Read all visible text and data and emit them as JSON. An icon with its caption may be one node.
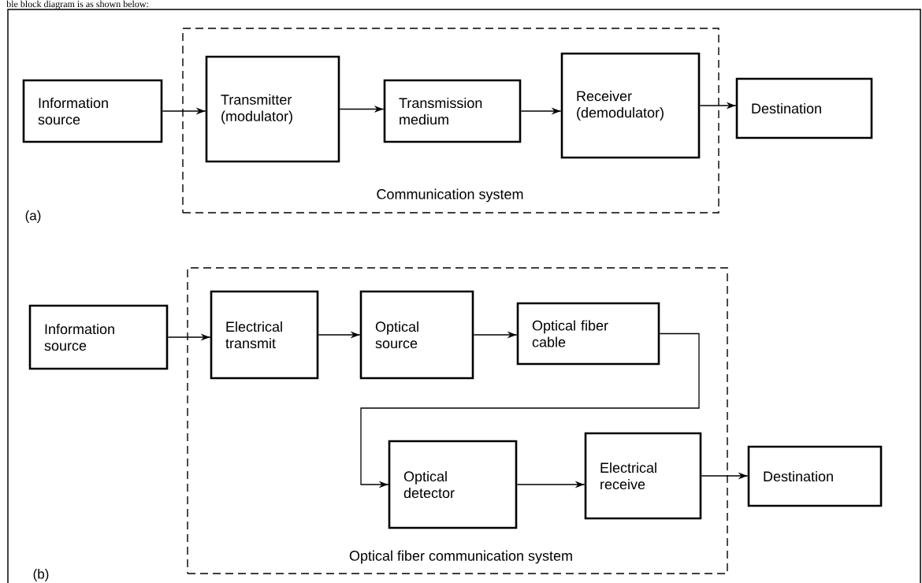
{
  "diagram": {
    "nodes": [
      {
        "text": [
          "Communication system"
        ]
      },
      {
        "text": [
          "Information source"
        ]
      },
      {
        "text": [
          "Transmitter (modulator)"
        ],
        "in": 0
      },
      {
        "text": [
          "Transmission medium"
        ],
        "in": 0
      },
      {
        "text": [
          "Receiver (demodulator)"
        ],
        "in": 0
      },
      {
        "text": [
          "Destination"
        ]
      },
      {
        "text": [
          "Optical fiber communication system"
        ]
      },
      {
        "text": [
          "Information source"
        ]
      },
      {
        "text": [
          "Electrical transmit"
        ],
        "in": 6
      },
      {
        "text": [
          "Optical source"
        ],
        "in": 6
      },
      {
        "text": [
          "Optical fiber cable"
        ],
        "in": 6
      },
      {
        "text": [
          "Optical detector"
        ],
        "in": 6
      },
      {
        "text": [
          "Electrical receive"
        ],
        "in": 6
      },
      {
        "text": [
          "Destination"
        ]
      }
    ],
    "edges": [
      {
        "from": 1,
        "to": 2,
        "arrow": "to"
      },
      {
        "from": 2,
        "to": 3,
        "arrow": "to"
      },
      {
        "from": 3,
        "to": 4,
        "arrow": "to"
      },
      {
        "from": 4,
        "to": 5,
        "arrow": "to"
      },
      {
        "from": 7,
        "to": 8,
        "arrow": "to"
      },
      {
        "from": 8,
        "to": 9,
        "arrow": "to"
      },
      {
        "from": 9,
        "to": 10,
        "arrow": "to"
      },
      {
        "from": 10,
        "to": 11,
        "arrow": "to"
      },
      {
        "from": 11,
        "to": 12,
        "arrow": "to"
      },
      {
        "from": 12,
        "to": 13,
        "arrow": "to"
      }
    ],
    "labels": [
      "ble block diagram is as shown below:",
      "(a)",
      "(b)"
    ]
  }
}
